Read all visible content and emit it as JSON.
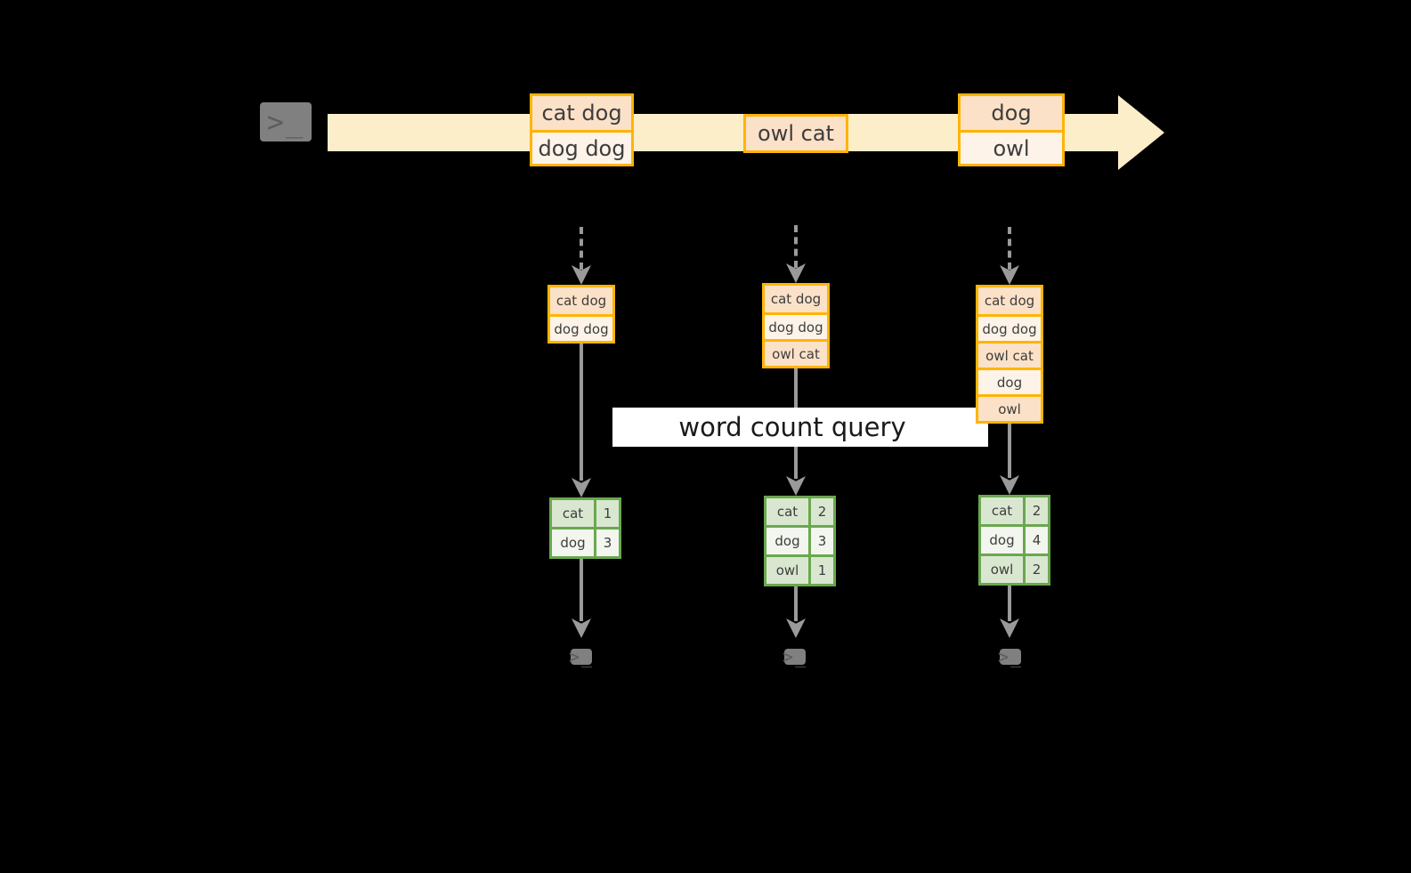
{
  "diagram": {
    "title": "word count query",
    "colors": {
      "stream_band": "#fdeeca",
      "event_border": "#ffb403",
      "event_fill_dark": "#fbe1c7",
      "event_fill_light": "#fdf3e8",
      "result_border": "#6aa84f",
      "result_fill_dark": "#dae7d0",
      "result_fill_light": "#f2f6ee",
      "connector": "#9a9a9a",
      "terminal": "#808080",
      "background": "#000000",
      "label_band": "#ffffff"
    },
    "source": {
      "icon": "terminal-icon",
      "glyph": ">_"
    },
    "stream": {
      "arrow_direction": "right",
      "events": [
        {
          "lines": [
            "cat dog",
            "dog dog"
          ]
        },
        {
          "lines": [
            "owl cat"
          ]
        },
        {
          "lines": [
            "dog",
            "owl"
          ]
        }
      ]
    },
    "query_label": "word count query",
    "snapshots": [
      {
        "input_table": [
          "cat dog",
          "dog dog"
        ],
        "result": {
          "rows": [
            {
              "word": "cat",
              "count": "1"
            },
            {
              "word": "dog",
              "count": "3"
            }
          ]
        },
        "sink": {
          "icon": "terminal-icon",
          "glyph": ">_"
        }
      },
      {
        "input_table": [
          "cat dog",
          "dog dog",
          "owl cat"
        ],
        "result": {
          "rows": [
            {
              "word": "cat",
              "count": "2"
            },
            {
              "word": "dog",
              "count": "3"
            },
            {
              "word": "owl",
              "count": "1"
            }
          ]
        },
        "sink": {
          "icon": "terminal-icon",
          "glyph": ">_"
        }
      },
      {
        "input_table": [
          "cat dog",
          "dog dog",
          "owl cat",
          "dog",
          "owl"
        ],
        "result": {
          "rows": [
            {
              "word": "cat",
              "count": "2"
            },
            {
              "word": "dog",
              "count": "4"
            },
            {
              "word": "owl",
              "count": "2"
            }
          ]
        },
        "sink": {
          "icon": "terminal-icon",
          "glyph": ">_"
        }
      }
    ]
  }
}
